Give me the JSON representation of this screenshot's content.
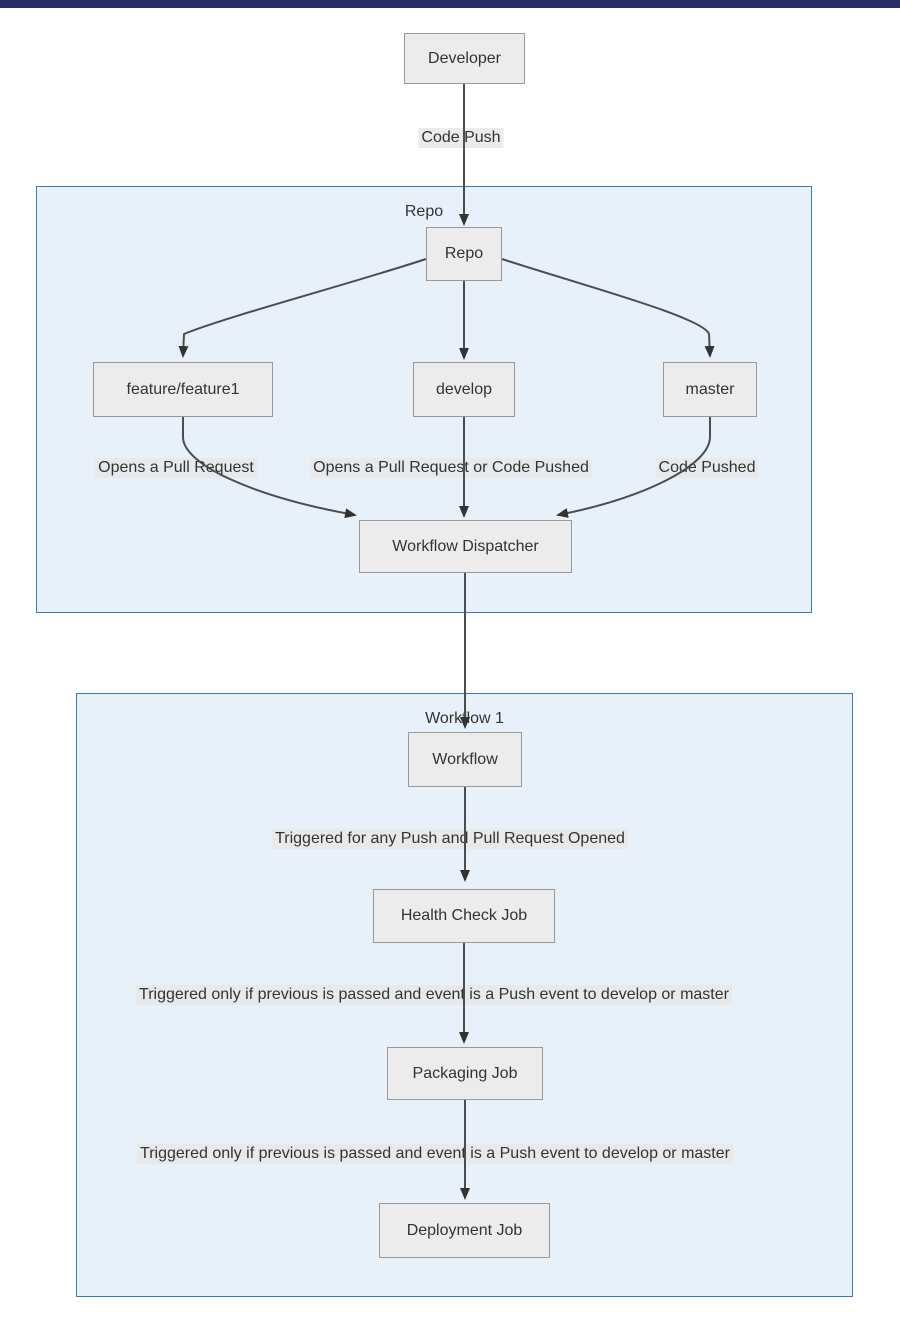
{
  "page": {
    "background": "#ffffff",
    "top_bar_color": "#2b2d66"
  },
  "diagram": {
    "type": "flowchart",
    "direction": "top-down",
    "colors": {
      "node_fill": "#ececec",
      "node_border": "#999999",
      "node_text": "#333333",
      "subgraph_fill": "#e8f1fa",
      "subgraph_border": "#3879b7",
      "edge_line": "#4d4d4d",
      "arrowhead": "#333333",
      "edge_label_background": "#e8e8e8"
    },
    "subgraphs": {
      "repo": {
        "label": "Repo"
      },
      "workflow1": {
        "label": "Workflow 1"
      }
    },
    "nodes": {
      "developer": {
        "label": "Developer"
      },
      "repo": {
        "label": "Repo"
      },
      "feature": {
        "label": "feature/feature1"
      },
      "develop": {
        "label": "develop"
      },
      "master": {
        "label": "master"
      },
      "dispatcher": {
        "label": "Workflow Dispatcher"
      },
      "workflow": {
        "label": "Workflow"
      },
      "health": {
        "label": "Health Check Job"
      },
      "packaging": {
        "label": "Packaging Job"
      },
      "deployment": {
        "label": "Deployment Job"
      }
    },
    "edges": [
      {
        "from": "Developer",
        "to": "Repo",
        "label": "Code Push"
      },
      {
        "from": "Repo",
        "to": "feature/feature1",
        "label": ""
      },
      {
        "from": "Repo",
        "to": "develop",
        "label": ""
      },
      {
        "from": "Repo",
        "to": "master",
        "label": ""
      },
      {
        "from": "feature/feature1",
        "to": "Workflow Dispatcher",
        "label": "Opens a Pull Request"
      },
      {
        "from": "develop",
        "to": "Workflow Dispatcher",
        "label": "Opens a Pull Request or Code Pushed"
      },
      {
        "from": "master",
        "to": "Workflow Dispatcher",
        "label": "Code Pushed"
      },
      {
        "from": "Workflow Dispatcher",
        "to": "Workflow",
        "label": ""
      },
      {
        "from": "Workflow",
        "to": "Health Check Job",
        "label": "Triggered for any Push and Pull Request Opened"
      },
      {
        "from": "Health Check Job",
        "to": "Packaging Job",
        "label": "Triggered only if previous is passed and event is a Push event to develop or master"
      },
      {
        "from": "Packaging Job",
        "to": "Deployment Job",
        "label": "Triggered only if previous is passed and event is a Push event to develop or master"
      }
    ]
  }
}
